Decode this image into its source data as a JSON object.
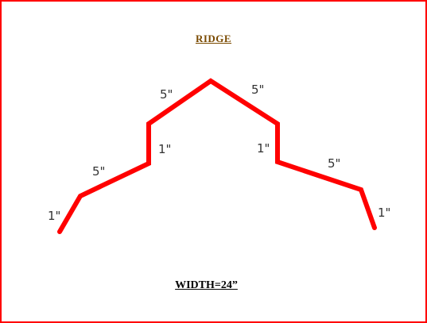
{
  "diagram": {
    "title": "RIDGE",
    "width_label": "WIDTH=24”",
    "colors": {
      "border": "#ff0000",
      "profile_line": "#ff0000",
      "title_text": "#7a4a00",
      "dimension_text": "#333333"
    },
    "segments": [
      {
        "label": "1\"",
        "length_in": 1
      },
      {
        "label": "5\"",
        "length_in": 5
      },
      {
        "label": "1\"",
        "length_in": 1
      },
      {
        "label": "5\"",
        "length_in": 5
      },
      {
        "label": "5\"",
        "length_in": 5
      },
      {
        "label": "1\"",
        "length_in": 1
      },
      {
        "label": "5\"",
        "length_in": 5
      },
      {
        "label": "1\"",
        "length_in": 1
      }
    ]
  }
}
